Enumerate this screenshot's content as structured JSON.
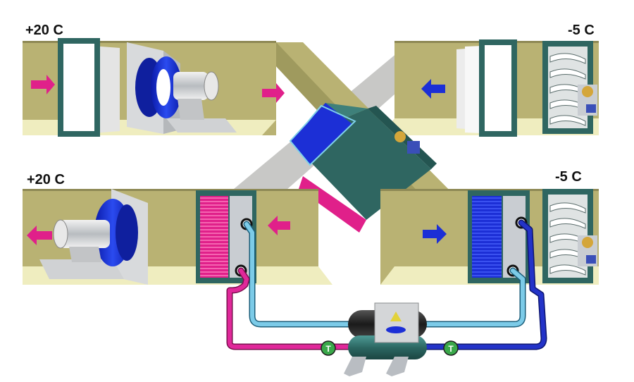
{
  "labels": {
    "supply_in_temp": "+20 C",
    "outdoor_in_temp": "-5 C",
    "exhaust_temp": "+20 C",
    "outdoor_out_temp": "-5 C"
  },
  "colors": {
    "duct": "#b9b273",
    "duct_light": "#f4f2c4",
    "heat_exchanger": "#2f6661",
    "warm": "#e0208a",
    "cold": "#1c2fd6",
    "pipe_warm": "#e0289a",
    "pipe_cold_light": "#7ccbe8",
    "pipe_cold_dark": "#2333c8",
    "metal": "#c9cdd2",
    "sensor": "#3aa84a"
  },
  "icons": {
    "arrow_warm": "arrow-right-magenta",
    "arrow_cold": "arrow-left-blue",
    "sensor_mark": "T"
  }
}
